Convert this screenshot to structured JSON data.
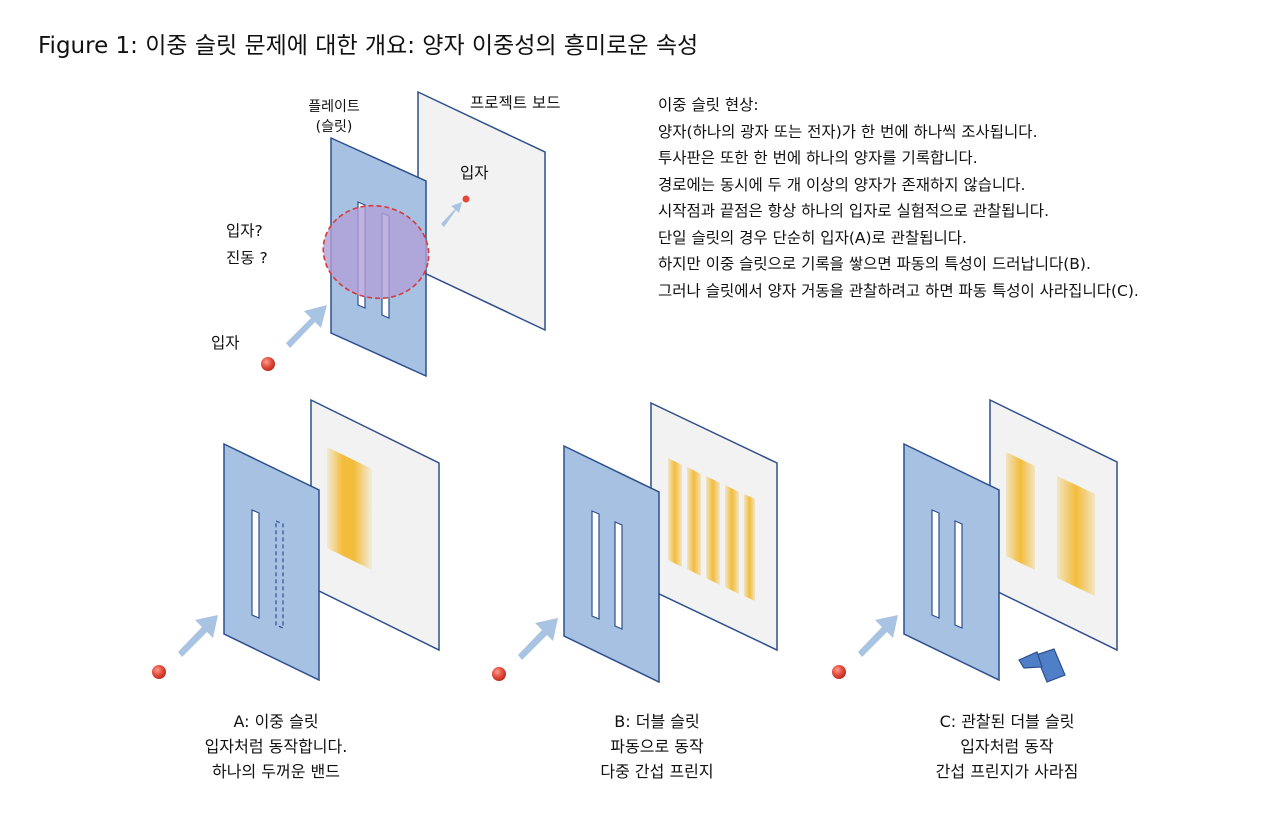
{
  "title": "Figure 1: 이중 슬릿 문제에 대한 개요: 양자 이중성의 흥미로운 속성",
  "description": {
    "heading": "이중 슬릿 현상:",
    "lines": [
      "양자(하나의 광자 또는 전자)가 한 번에 하나씩 조사됩니다.",
      "투사판은 또한 한 번에 하나의 양자를 기록합니다.",
      "경로에는 동시에 두 개 이상의 양자가 존재하지 않습니다.",
      "시작점과 끝점은 항상 하나의 입자로 실험적으로 관찰됩니다.",
      "단일 슬릿의 경우 단순히 입자(A)로 관찰됩니다.",
      "하지만 이중 슬릿으로 기록을 쌓으면 파동의 특성이 드러납니다(B).",
      "그러나 슬릿에서 양자 거동을 관찰하려고 하면 파동 특성이 사라집니다(C)."
    ]
  },
  "top_diagram": {
    "plate_label_1": "플레이트",
    "plate_label_2": "(슬릿)",
    "screen_label": "프로젝트 보드",
    "particle_screen_label": "입자",
    "question_1": "입자?",
    "question_2": "진동 ?",
    "incoming_label": "입자"
  },
  "captions": {
    "A": [
      "A: 이중 슬릿",
      "입자처럼 동작합니다.",
      "하나의 두꺼운 밴드"
    ],
    "B": [
      "B: 더블 슬릿",
      "파동으로 동작",
      "다중 간섭 프린지"
    ],
    "C": [
      "C: 관찰된 더블 슬릿",
      "입자처럼 동작",
      "간섭 프린지가 사라짐"
    ]
  },
  "colors": {
    "plate_fill": "#a7c1e2",
    "plate_stroke": "#2d4f8e",
    "screen_fill": "#f2f2f2",
    "particle": "#e24b3b",
    "arrow": "#a9c3e3",
    "fringe": "#f3bc3a",
    "interference_ellipse_fill": "#b1a0d8",
    "interference_ellipse_stroke": "#d63a3a",
    "camera": "#4f7fc6"
  },
  "icons": {
    "particle": "red-sphere-icon",
    "arrow": "arrow-icon",
    "camera": "camera-icon"
  }
}
